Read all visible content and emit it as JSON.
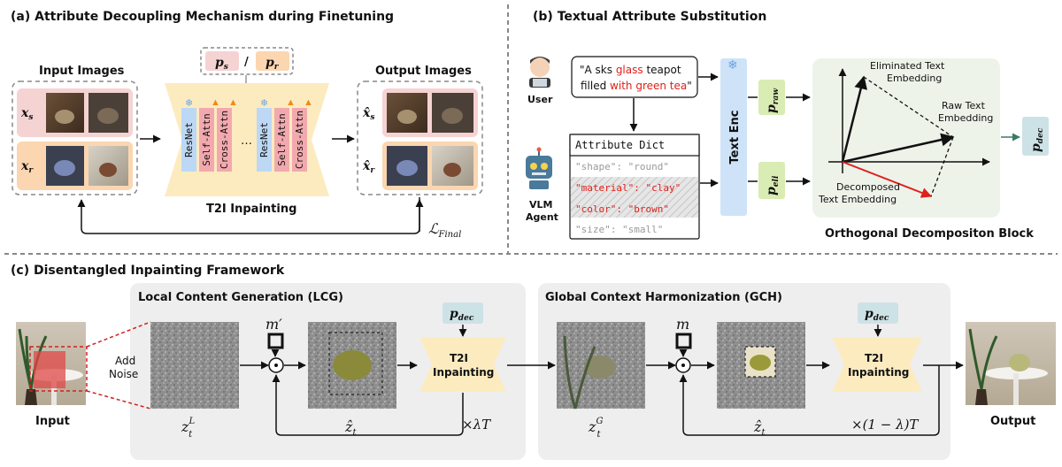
{
  "panel_a": {
    "title": "(a) Attribute Decoupling Mechanism during Finetuning",
    "input_images": "Input Images",
    "output_images": "Output Images",
    "x_s": "x",
    "x_s_sub": "s",
    "x_r": "x",
    "x_r_sub": "r",
    "p_s": "p",
    "p_s_sub": "s",
    "slash": "/",
    "p_r": "p",
    "p_r_sub": "r",
    "resnet": "ResNet",
    "self_attn": "Self-Attn",
    "cross_attn": "Cross-Attn",
    "ellipsis": "…",
    "t2i_inpainting": "T2I Inpainting",
    "xhat_s": "x̂",
    "xhat_s_sub": "s",
    "xhat_r": "x̂",
    "xhat_r_sub": "r",
    "loss": "ℒ",
    "loss_sub": "Final"
  },
  "panel_b": {
    "title": "(b) Textual Attribute Substitution",
    "user": "User",
    "prompt_line1_a": "\"A sks ",
    "prompt_line1_b": "glass",
    "prompt_line1_c": " teapot",
    "prompt_line2_a": "filled ",
    "prompt_line2_b": "with green tea",
    "prompt_line2_c": "\"",
    "dict_title": "Attribute Dict",
    "dict_items": [
      "\"shape\": \"round\"",
      "\"material\": \"clay\"",
      "\"color\": \"brown\"",
      "\"size\": \"small\""
    ],
    "vlm_agent_1": "VLM",
    "vlm_agent_2": "Agent",
    "text_enc": "Text Enc",
    "p_raw": "p",
    "p_raw_sub": "raw",
    "p_eli": "p",
    "p_eli_sub": "eli",
    "eliminated_1": "Eliminated Text",
    "eliminated_2": "Embedding",
    "raw_1": "Raw Text",
    "raw_2": "Embedding",
    "decomposed_1": "Decomposed",
    "decomposed_2": "Text Embedding",
    "block_label": "Orthogonal Decompositon Block",
    "p_dec": "p",
    "p_dec_sub": "dec"
  },
  "panel_c": {
    "title": "(c) Disentangled Inpainting Framework",
    "lcg_title": "Local Content Generation (LCG)",
    "gch_title": "Global Context Harmonization (GCH)",
    "input": "Input",
    "add_noise_1": "Add",
    "add_noise_2": "Noise",
    "z_L": "z",
    "z_L_sup": "L",
    "z_L_sub": "t",
    "m_prime": "m′",
    "zhat_1": "ẑ",
    "zhat_1_sub": "t",
    "p_dec_1": "p",
    "p_dec_1_sub": "dec",
    "t2i_1a": "T2I",
    "t2i_1b": "Inpainting",
    "loop_1": "×λT",
    "z_G": "z",
    "z_G_sup": "G",
    "z_G_sub": "t",
    "m": "m",
    "zhat_2": "ẑ",
    "zhat_2_sub": "t",
    "p_dec_2": "p",
    "p_dec_2_sub": "dec",
    "t2i_2a": "T2I",
    "t2i_2b": "Inpainting",
    "loop_2": "×(1 − λ)T",
    "output": "Output"
  },
  "colors": {
    "pink_group": "#f6d3d3",
    "orange_group": "#fbd6b0",
    "t2i_yellow": "#fdebc0",
    "resnet_blue": "#bcd8f5",
    "attn_pink": "#f2a9ae",
    "text_enc_blue": "#cfe3f8",
    "green_token": "#d9ecb3",
    "dec_token": "#cde2e6",
    "ortho_bg": "#eef3ea",
    "panel_grey": "#eeeeee",
    "red_text": "#e0201a"
  }
}
